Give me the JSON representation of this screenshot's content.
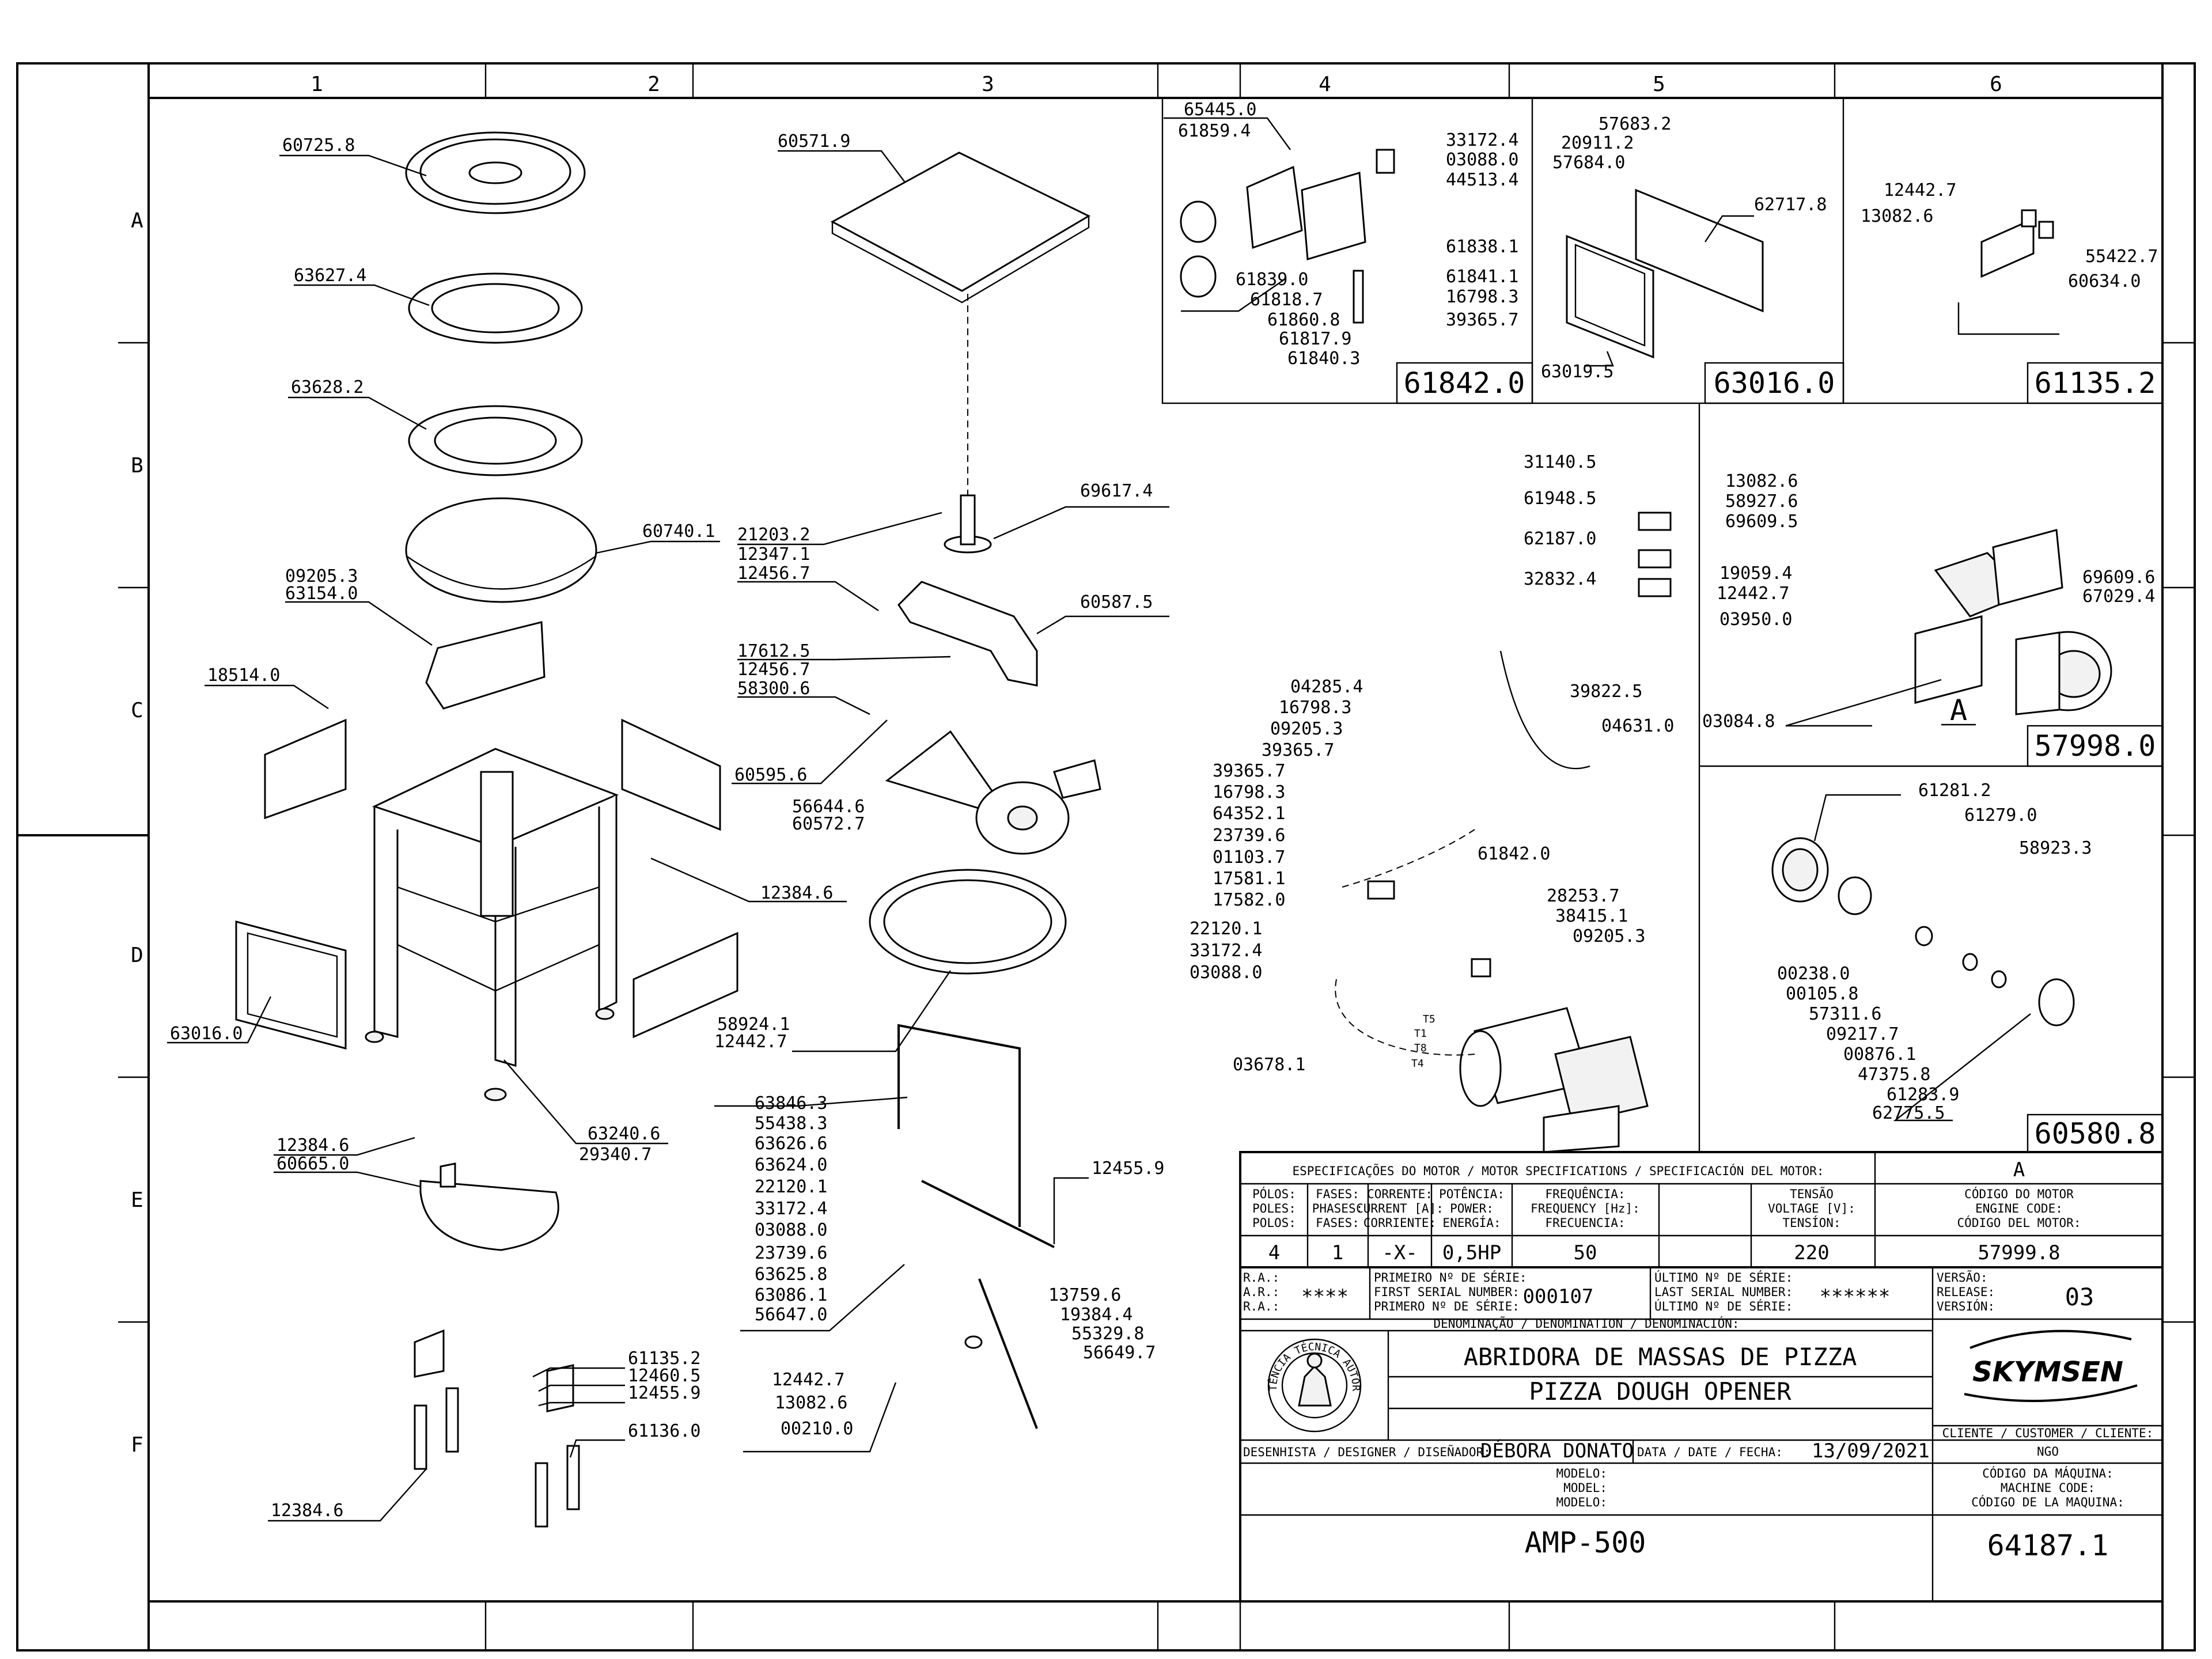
{
  "columns": [
    "1",
    "2",
    "3",
    "4",
    "5",
    "6"
  ],
  "rows": [
    "A",
    "B",
    "C",
    "D",
    "E",
    "F"
  ],
  "callouts": [
    {
      "id": "c1",
      "text": "60725.8"
    },
    {
      "id": "c2",
      "text": "63627.4"
    },
    {
      "id": "c3",
      "text": "63628.2"
    },
    {
      "id": "c4",
      "text": "60740.1"
    },
    {
      "id": "c5",
      "text": "09205.3"
    },
    {
      "id": "c6",
      "text": "63154.0"
    },
    {
      "id": "c7",
      "text": "18514.0"
    },
    {
      "id": "c8",
      "text": "12384.6"
    },
    {
      "id": "c9",
      "text": "63016.0"
    },
    {
      "id": "c10",
      "text": "63240.6"
    },
    {
      "id": "c11",
      "text": "29340.7"
    },
    {
      "id": "c12",
      "text": "12384.6"
    },
    {
      "id": "c13",
      "text": "60665.0"
    },
    {
      "id": "c14",
      "text": "61135.2"
    },
    {
      "id": "c15",
      "text": "12460.5"
    },
    {
      "id": "c16",
      "text": "12455.9"
    },
    {
      "id": "c17",
      "text": "61136.0"
    },
    {
      "id": "c18",
      "text": "12384.6"
    },
    {
      "id": "c19",
      "text": "60571.9"
    },
    {
      "id": "c20",
      "text": "69617.4"
    },
    {
      "id": "c21",
      "text": "21203.2"
    },
    {
      "id": "c22",
      "text": "12347.1"
    },
    {
      "id": "c23",
      "text": "12456.7"
    },
    {
      "id": "c24",
      "text": "60587.5"
    },
    {
      "id": "c25",
      "text": "17612.5"
    },
    {
      "id": "c26",
      "text": "12456.7"
    },
    {
      "id": "c27",
      "text": "58300.6"
    },
    {
      "id": "c28",
      "text": "60595.6"
    },
    {
      "id": "c29",
      "text": "56644.6"
    },
    {
      "id": "c30",
      "text": "60572.7"
    },
    {
      "id": "c31",
      "text": "58924.1"
    },
    {
      "id": "c32",
      "text": "12442.7"
    },
    {
      "id": "c33",
      "text": "63846.3"
    },
    {
      "id": "c34",
      "text": "55438.3"
    },
    {
      "id": "c35",
      "text": "63626.6"
    },
    {
      "id": "c36",
      "text": "63624.0"
    },
    {
      "id": "c37",
      "text": "22120.1"
    },
    {
      "id": "c38",
      "text": "33172.4"
    },
    {
      "id": "c39",
      "text": "03088.0"
    },
    {
      "id": "c40",
      "text": "23739.6"
    },
    {
      "id": "c41",
      "text": "63625.8"
    },
    {
      "id": "c42",
      "text": "63086.1"
    },
    {
      "id": "c43",
      "text": "56647.0"
    },
    {
      "id": "c44",
      "text": "12455.9"
    },
    {
      "id": "c45",
      "text": "13759.6"
    },
    {
      "id": "c46",
      "text": "19384.4"
    },
    {
      "id": "c47",
      "text": "55329.8"
    },
    {
      "id": "c48",
      "text": "56649.7"
    },
    {
      "id": "c49",
      "text": "12442.7"
    },
    {
      "id": "c50",
      "text": "13082.6"
    },
    {
      "id": "c51",
      "text": "00210.0"
    },
    {
      "id": "c52",
      "text": "65445.0"
    },
    {
      "id": "c53",
      "text": "61859.4"
    },
    {
      "id": "c54",
      "text": "33172.4"
    },
    {
      "id": "c55",
      "text": "03088.0"
    },
    {
      "id": "c56",
      "text": "44513.4"
    },
    {
      "id": "c57",
      "text": "61838.1"
    },
    {
      "id": "c58",
      "text": "61841.1"
    },
    {
      "id": "c59",
      "text": "16798.3"
    },
    {
      "id": "c60",
      "text": "39365.7"
    },
    {
      "id": "c61",
      "text": "61839.0"
    },
    {
      "id": "c62",
      "text": "61818.7"
    },
    {
      "id": "c63",
      "text": "61860.8"
    },
    {
      "id": "c64",
      "text": "61817.9"
    },
    {
      "id": "c65",
      "text": "61840.3"
    },
    {
      "id": "c66",
      "text": "57683.2"
    },
    {
      "id": "c67",
      "text": "20911.2"
    },
    {
      "id": "c68",
      "text": "57684.0"
    },
    {
      "id": "c69",
      "text": "62717.8"
    },
    {
      "id": "c70",
      "text": "63019.5"
    },
    {
      "id": "c71",
      "text": "12442.7"
    },
    {
      "id": "c72",
      "text": "13082.6"
    },
    {
      "id": "c73",
      "text": "55422.7"
    },
    {
      "id": "c74",
      "text": "60634.0"
    },
    {
      "id": "c75",
      "text": "31140.5"
    },
    {
      "id": "c76",
      "text": "61948.5"
    },
    {
      "id": "c77",
      "text": "62187.0"
    },
    {
      "id": "c78",
      "text": "32832.4"
    },
    {
      "id": "c79",
      "text": "04285.4"
    },
    {
      "id": "c80",
      "text": "16798.3"
    },
    {
      "id": "c81",
      "text": "09205.3"
    },
    {
      "id": "c82",
      "text": "39365.7"
    },
    {
      "id": "c83",
      "text": "39365.7"
    },
    {
      "id": "c84",
      "text": "16798.3"
    },
    {
      "id": "c85",
      "text": "64352.1"
    },
    {
      "id": "c86",
      "text": "23739.6"
    },
    {
      "id": "c87",
      "text": "01103.7"
    },
    {
      "id": "c88",
      "text": "17581.1"
    },
    {
      "id": "c89",
      "text": "17582.0"
    },
    {
      "id": "c90",
      "text": "22120.1"
    },
    {
      "id": "c91",
      "text": "33172.4"
    },
    {
      "id": "c92",
      "text": "03088.0"
    },
    {
      "id": "c93",
      "text": "03678.1"
    },
    {
      "id": "c94",
      "text": "39822.5"
    },
    {
      "id": "c95",
      "text": "04631.0"
    },
    {
      "id": "c96",
      "text": "61842.0"
    },
    {
      "id": "c97",
      "text": "28253.7"
    },
    {
      "id": "c98",
      "text": "38415.1"
    },
    {
      "id": "c99",
      "text": "09205.3"
    },
    {
      "id": "c100",
      "text": "13082.6"
    },
    {
      "id": "c101",
      "text": "58927.6"
    },
    {
      "id": "c102",
      "text": "69609.5"
    },
    {
      "id": "c103",
      "text": "19059.4"
    },
    {
      "id": "c104",
      "text": "12442.7"
    },
    {
      "id": "c105",
      "text": "03950.0"
    },
    {
      "id": "c106",
      "text": "69609.6"
    },
    {
      "id": "c107",
      "text": "67029.4"
    },
    {
      "id": "c108",
      "text": "03084.8"
    },
    {
      "id": "c109",
      "text": "61281.2"
    },
    {
      "id": "c110",
      "text": "61279.0"
    },
    {
      "id": "c111",
      "text": "58923.3"
    },
    {
      "id": "c112",
      "text": "00238.0"
    },
    {
      "id": "c113",
      "text": "00105.8"
    },
    {
      "id": "c114",
      "text": "57311.6"
    },
    {
      "id": "c115",
      "text": "09217.7"
    },
    {
      "id": "c116",
      "text": "00876.1"
    },
    {
      "id": "c117",
      "text": "47375.8"
    },
    {
      "id": "c118",
      "text": "61283.9"
    },
    {
      "id": "c119",
      "text": "62775.5"
    }
  ],
  "assemblies": {
    "a1": "61842.0",
    "a2": "63016.0",
    "a3": "61135.2",
    "a4": "57998.0",
    "a5": "60580.8"
  },
  "detail_letter": "A",
  "wire_labels": [
    "T5",
    "T1",
    "T8",
    "T4"
  ],
  "motor_spec": {
    "title": "ESPECIFICAÇÕES DO MOTOR / MOTOR SPECIFICATIONS / SPECIFICACIÓN DEL MOTOR:",
    "ref": "A",
    "h_poles": [
      "PÓLOS:",
      "POLES:",
      "POLOS:"
    ],
    "h_phases": [
      "FASES:",
      "PHASES:",
      "FASES:"
    ],
    "h_current": [
      "CORRENTE:",
      "CURRENT [A]:",
      "CORRIENTE:"
    ],
    "h_power": [
      "POTÊNCIA:",
      "POWER:",
      "ENERGÍA:"
    ],
    "h_freq": [
      "FREQUÊNCIA:",
      "FREQUENCY [Hz]:",
      "FRECUENCIA:"
    ],
    "h_voltage": [
      "TENSÃO",
      "VOLTAGE [V]:",
      "TENSÍON:"
    ],
    "h_code": [
      "CÓDIGO DO MOTOR",
      "ENGINE CODE:",
      "CÓDIGO DEL MOTOR:"
    ],
    "poles": "4",
    "phases": "1",
    "current": "-X-",
    "power": "0,5HP",
    "freq": "50",
    "voltage": "220",
    "code": "57999.8"
  },
  "titleblock": {
    "ra": [
      "R.A.:",
      "A.R.:",
      "R.A.:"
    ],
    "ra_value": "****",
    "first_serial_labels": [
      "PRIMEIRO Nº DE SÉRIE:",
      "FIRST SERIAL NUMBER:",
      "PRIMERO Nº DE SÉRIE:"
    ],
    "first_serial": "000107",
    "last_serial_labels": [
      "ÚLTIMO Nº DE SÉRIE:",
      "LAST SERIAL NUMBER:",
      "ÚLTIMO Nº DE SÉRIE:"
    ],
    "last_serial": "******",
    "version_labels": [
      "VERSÃO:",
      "RELEASE:",
      "VERSIÓN:"
    ],
    "version": "03",
    "denomination_label": "DENOMINAÇÃO / DENOMINATION / DENOMINACIÓN:",
    "name_pt": "ABRIDORA DE MASSAS DE PIZZA",
    "name_en": "PIZZA DOUGH OPENER",
    "brand": "SKYMSEN",
    "seal_text": "ASSISTÊNCIA TÉCNICA AUTORIZADA",
    "client_label": "CLIENTE / CUSTOMER / CLIENTE:",
    "client": "NGO",
    "designer_label": "DESENHISTA / DESIGNER / DISEÑADOR:",
    "designer": "DÉBORA DONATO",
    "date_label": "DATA / DATE / FECHA:",
    "date": "13/09/2021",
    "model_labels": [
      "MODELO:",
      "MODEL:",
      "MODELO:"
    ],
    "model": "AMP-500",
    "machine_code_labels": [
      "CÓDIGO DA MÁQUINA:",
      "MACHINE CODE:",
      "CÓDIGO DE LA MAQUINA:"
    ],
    "machine_code": "64187.1"
  }
}
